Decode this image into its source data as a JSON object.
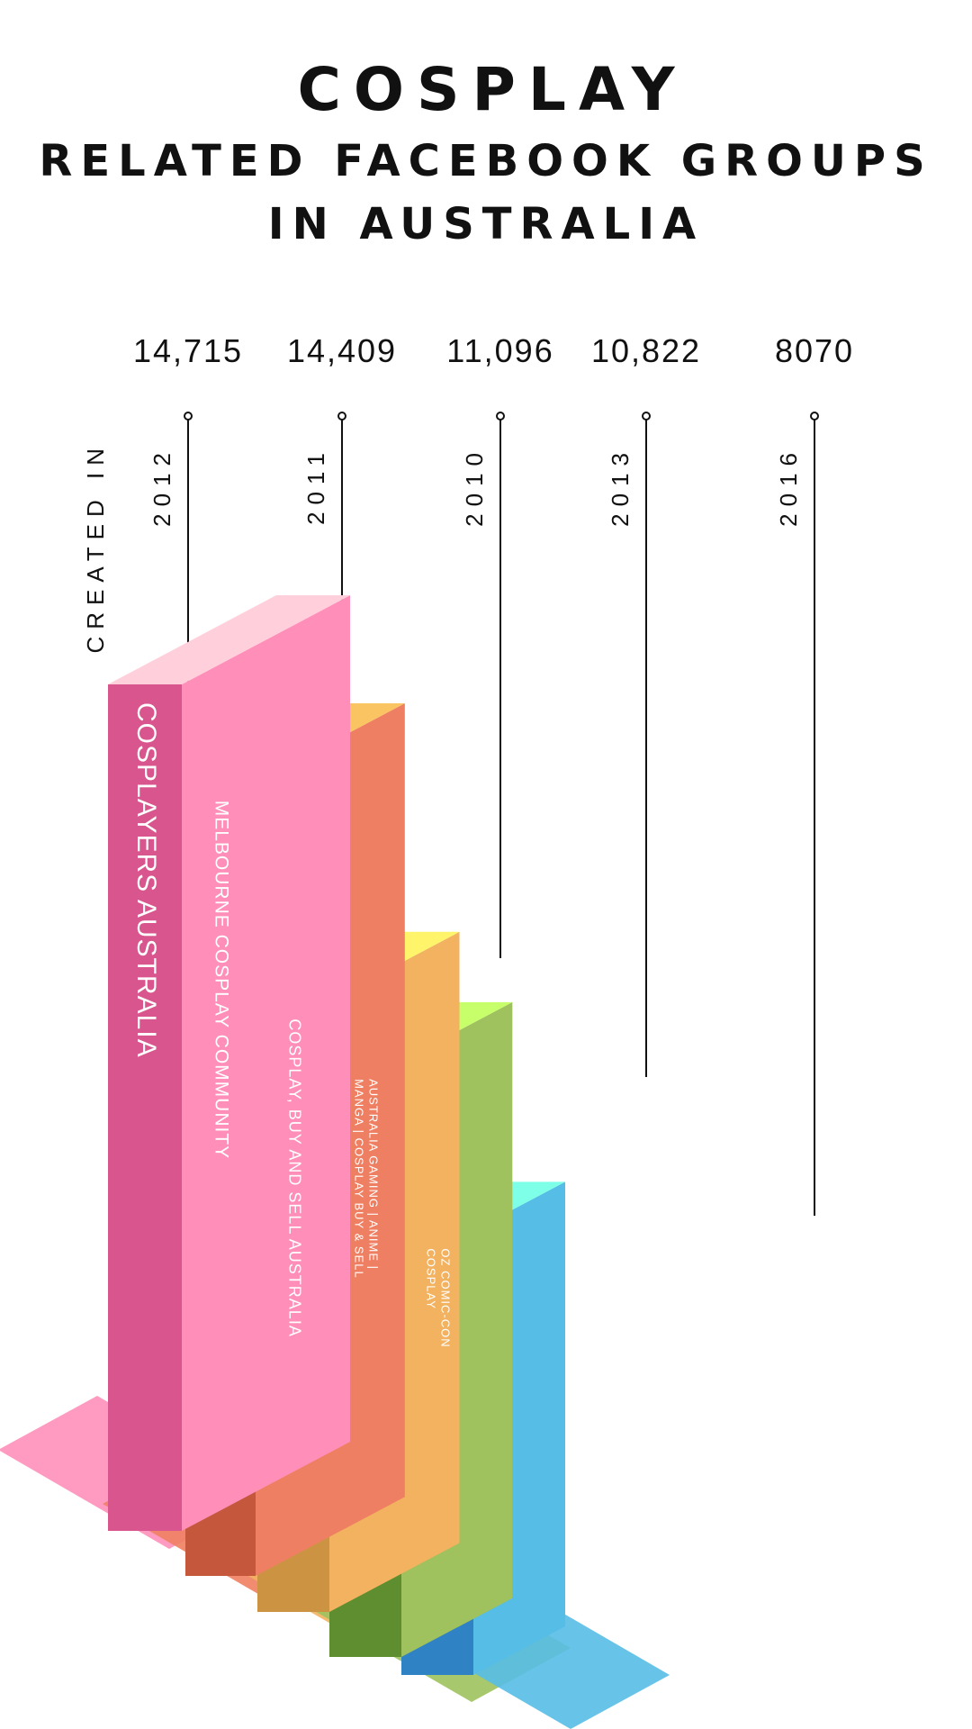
{
  "title": {
    "line1": "COSPLAY",
    "line2": "RELATED FACEBOOK GROUPS",
    "line3": "IN AUSTRALIA"
  },
  "created_label": "CREATED IN",
  "chart_data": {
    "type": "bar",
    "title": "COSPLAY RELATED FACEBOOK GROUPS IN AUSTRALIA",
    "categories": [
      "COSPLAYERS AUSTRALIA",
      "MELBOURNE COSPLAY COMMUNITY",
      "COSPLAY, BUY AND SELL AUSTRALIA",
      "AUSTRALIA GAMING | ANIME | MANGA | COSPLAY BUY & SELL",
      "OZ COMIC-CON COSPLAY"
    ],
    "category_lines": [
      [
        "COSPLAYERS AUSTRALIA"
      ],
      [
        "MELBOURNE COSPLAY COMMUNITY"
      ],
      [
        "COSPLAY, BUY AND SELL AUSTRALIA"
      ],
      [
        "AUSTRALIA GAMING | ANIME |",
        "MANGA | COSPLAY BUY & SELL"
      ],
      [
        "OZ COMIC-CON",
        "COSPLAY"
      ]
    ],
    "values": [
      14715,
      14409,
      11096,
      10822,
      8070
    ],
    "value_labels": [
      "14,715",
      "14,409",
      "11,096",
      "10,822",
      "8070"
    ],
    "created": [
      "2012",
      "2011",
      "2010",
      "2013",
      "2016"
    ],
    "colors": {
      "front": [
        "#d8558d",
        "#c4573c",
        "#cc9442",
        "#5e8e30",
        "#2f82c4"
      ],
      "side": [
        "#ff8fb9",
        "#ef7f62",
        "#f2b25f",
        "#9fc25e",
        "#56bde6"
      ],
      "top": [
        "#ffd0db",
        "#fbc462",
        "#fff46a",
        "#c7ff6b",
        "#7dffe8"
      ],
      "text": "#ffffff"
    }
  }
}
